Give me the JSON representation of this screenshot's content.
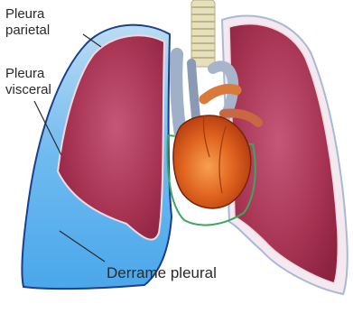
{
  "labels": {
    "parietal_line1": "Pleura",
    "parietal_line2": "parietal",
    "visceral_line1": "Pleura",
    "visceral_line2": "visceral",
    "effusion": "Derrame pleural"
  },
  "colors": {
    "lung": "#a8324f",
    "lung_highlight": "#c65a7a",
    "pleural_fluid": "#5fb2ec",
    "parietal_outline": "#1b3f8a",
    "heart": "#d94c1a",
    "vessel": "#8f9fb8",
    "trachea": "#d8d0a8",
    "pericardium_line": "#3aa85a"
  }
}
